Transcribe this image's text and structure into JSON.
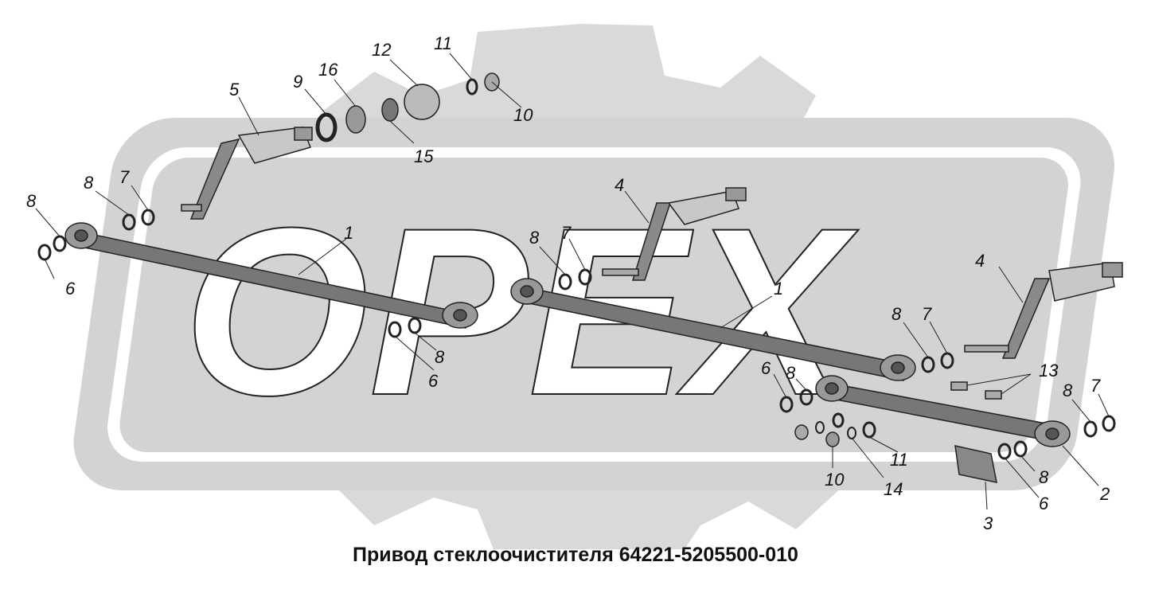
{
  "caption": "Привод стеклоочистителя 64221-5205500-010",
  "watermark": {
    "text": "OPEX",
    "color_gear": "#d9d9d9",
    "color_plate": "#d3d3d3"
  },
  "callouts": [
    "1",
    "1",
    "2",
    "3",
    "4",
    "4",
    "5",
    "6",
    "6",
    "6",
    "6",
    "7",
    "7",
    "7",
    "7",
    "8",
    "8",
    "8",
    "8",
    "8",
    "8",
    "8",
    "8",
    "8",
    "9",
    "10",
    "10",
    "11",
    "11",
    "12",
    "13",
    "14",
    "15",
    "16"
  ],
  "colors": {
    "part_dark": "#555555",
    "part_light": "#aaaaaa",
    "leader": "#222222"
  }
}
